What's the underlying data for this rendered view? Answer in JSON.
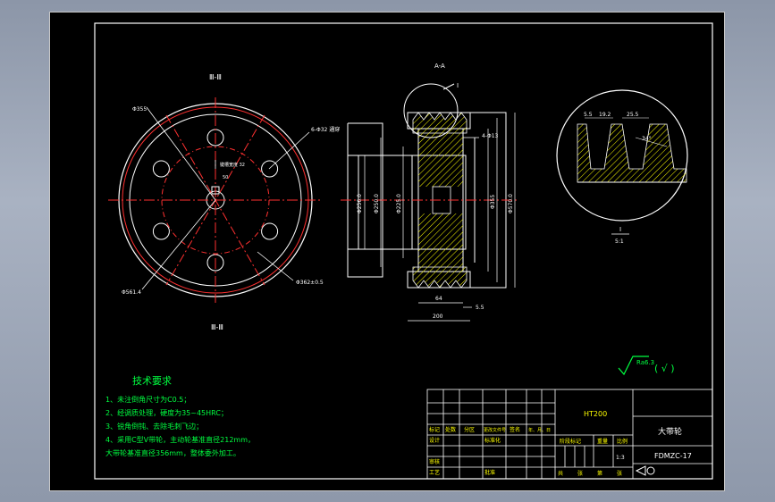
{
  "section_labels": {
    "left_view_top": "Ⅲ-Ⅲ",
    "left_view_bottom": "Ⅲ-Ⅲ",
    "section_view": "A-A",
    "detail_marker": "I",
    "detail_label": "I",
    "detail_scale": "5:1"
  },
  "dimensions": {
    "left": {
      "bore": "Φ355",
      "bolt_holes": "6-Φ32 通穿",
      "outer": "Φ561.4",
      "bolt_circle": "Φ362±0.5",
      "hub_note": "50",
      "keyway": "键槽宽度 32"
    },
    "section": {
      "groove": "4-Φ13",
      "d1": "Φ256.0",
      "d2": "Φ250.0",
      "d3": "Φ225.0",
      "d4": "Φ355",
      "d5": "Φ570.0",
      "hub_len": "64",
      "width": "200",
      "step": "5.5"
    },
    "detail": {
      "d1": "5.5",
      "d2": "19.2",
      "d3": "25.5",
      "angle": "34°"
    }
  },
  "roughness": {
    "value": "Ra6.3",
    "check": "( √ )"
  },
  "tech_requirements": {
    "title": "技术要求",
    "items": [
      "1、未注倒角尺寸为C0.5；",
      "2、经调质处理，硬度为35~45HRC；",
      "3、锐角倒钝、去除毛刺飞边；",
      "4、采用C型V带轮，主动轮基准直径212mm，",
      "   大带轮基准直径356mm，整体委外加工。"
    ]
  },
  "title_block": {
    "material": "HT200",
    "part_name": "大带轮",
    "drawing_no": "FDMZC-17",
    "scale": "1:3",
    "header_cells": [
      "标记",
      "处数",
      "分区",
      "更改文件号",
      "签名",
      "年、月、日"
    ],
    "row_labels": [
      "设计",
      "标准化",
      "审核",
      "工艺",
      "批准"
    ],
    "stage_label": "阶段标记",
    "weight_label": "重量",
    "scale_label": "比例",
    "sheet_labels": [
      "共",
      "张",
      "第",
      "张"
    ]
  },
  "colors": {
    "line": "#ffffff",
    "center": "#ff3030",
    "hatch": "#ffff00",
    "text": "#ffffff",
    "green": "#00ff40"
  }
}
